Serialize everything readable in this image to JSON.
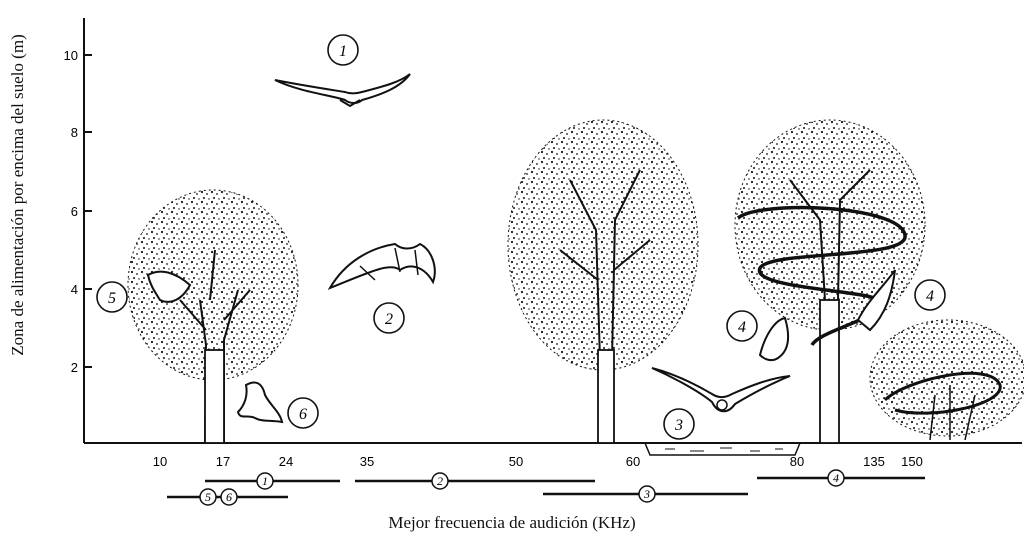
{
  "y_axis": {
    "label": "Zona de alimentación por encima del suelo (m)",
    "ticks": [
      {
        "v": 2,
        "t": "2"
      },
      {
        "v": 4,
        "t": "4"
      },
      {
        "v": 6,
        "t": "6"
      },
      {
        "v": 8,
        "t": "8"
      },
      {
        "v": 10,
        "t": "10"
      }
    ]
  },
  "x_axis": {
    "label": "Mejor frecuencia de audición (KHz)",
    "ticks": [
      "10",
      "17",
      "24",
      "35",
      "50",
      "60",
      "80",
      "135",
      "150"
    ]
  },
  "markers": {
    "m1": "1",
    "m2": "2",
    "m3": "3",
    "m4a": "4",
    "m4b": "4",
    "m5": "5",
    "m6": "6"
  },
  "ranges": [
    {
      "id": "1",
      "text": "1"
    },
    {
      "id": "2",
      "text": "2"
    },
    {
      "id": "3",
      "text": "3"
    },
    {
      "id": "4",
      "text": "4"
    },
    {
      "id": "5",
      "text": "5"
    },
    {
      "id": "6",
      "text": "6"
    }
  ],
  "icons": {
    "bats": [
      "bat-1-icon",
      "bat-2-icon",
      "bat-3-icon",
      "bat-4-icon",
      "bat-5-icon",
      "bat-6-icon"
    ],
    "trees": [
      "tree-left-icon",
      "tree-middle-icon",
      "tree-right-icon",
      "bush-icon"
    ]
  },
  "colors": {
    "ink": "#111111",
    "background": "#ffffff"
  }
}
